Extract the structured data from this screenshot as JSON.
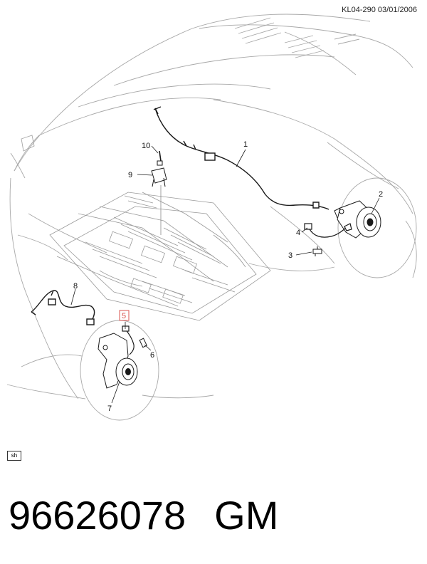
{
  "header": {
    "ref": "KL04-290  03/01/2006"
  },
  "callouts": [
    {
      "id": "1",
      "label": "1"
    },
    {
      "id": "2",
      "label": "2"
    },
    {
      "id": "3",
      "label": "3"
    },
    {
      "id": "4",
      "label": "4"
    },
    {
      "id": "5",
      "label": "5",
      "highlighted": true
    },
    {
      "id": "6",
      "label": "6"
    },
    {
      "id": "7",
      "label": "7"
    },
    {
      "id": "8",
      "label": "8"
    },
    {
      "id": "9",
      "label": "9"
    },
    {
      "id": "10",
      "label": "10"
    }
  ],
  "view_tag": "sh",
  "footer": {
    "part_number": "96626078",
    "brand": "GM"
  },
  "colors": {
    "line": "#8a8a8a",
    "dark": "#1a1a1a",
    "highlight": "#d9534f"
  }
}
